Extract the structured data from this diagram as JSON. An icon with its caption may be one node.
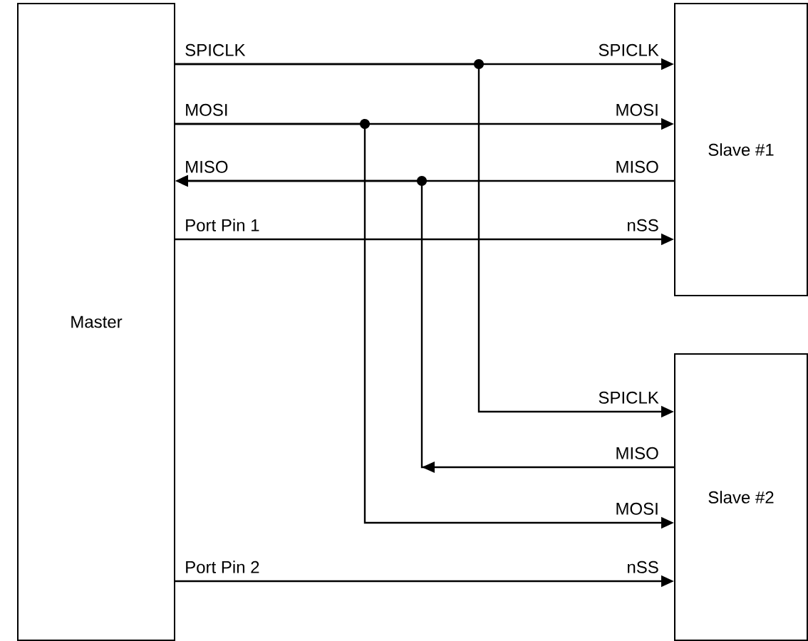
{
  "diagram": {
    "nodes": [
      {
        "text": [
          "Master"
        ]
      },
      {
        "text": [
          "Slave #1"
        ],
        "beside": [
          "SPICLK",
          "MOSI",
          "MISO",
          "nSS"
        ]
      },
      {
        "text": [
          "Slave #2"
        ],
        "beside": [
          "SPICLK",
          "MISO",
          "MOSI",
          "nSS"
        ]
      }
    ],
    "edges": [
      {
        "from": 0,
        "to": 1,
        "arrow": "to",
        "label": "SPICLK"
      },
      {
        "from": 0,
        "to": 2,
        "arrow": "to"
      },
      {
        "from": 0,
        "to": 1,
        "arrow": "to",
        "label": "MOSI"
      },
      {
        "from": 0,
        "to": 2,
        "arrow": "to"
      },
      {
        "from": 1,
        "to": 0,
        "arrow": "to",
        "label": "MISO"
      },
      {
        "from": 2,
        "to": 0,
        "arrow": "to"
      },
      {
        "from": 0,
        "to": 1,
        "arrow": "to",
        "label": "Port Pin 1"
      },
      {
        "from": 0,
        "to": 2,
        "arrow": "to",
        "label": "Port Pin 2"
      }
    ]
  }
}
